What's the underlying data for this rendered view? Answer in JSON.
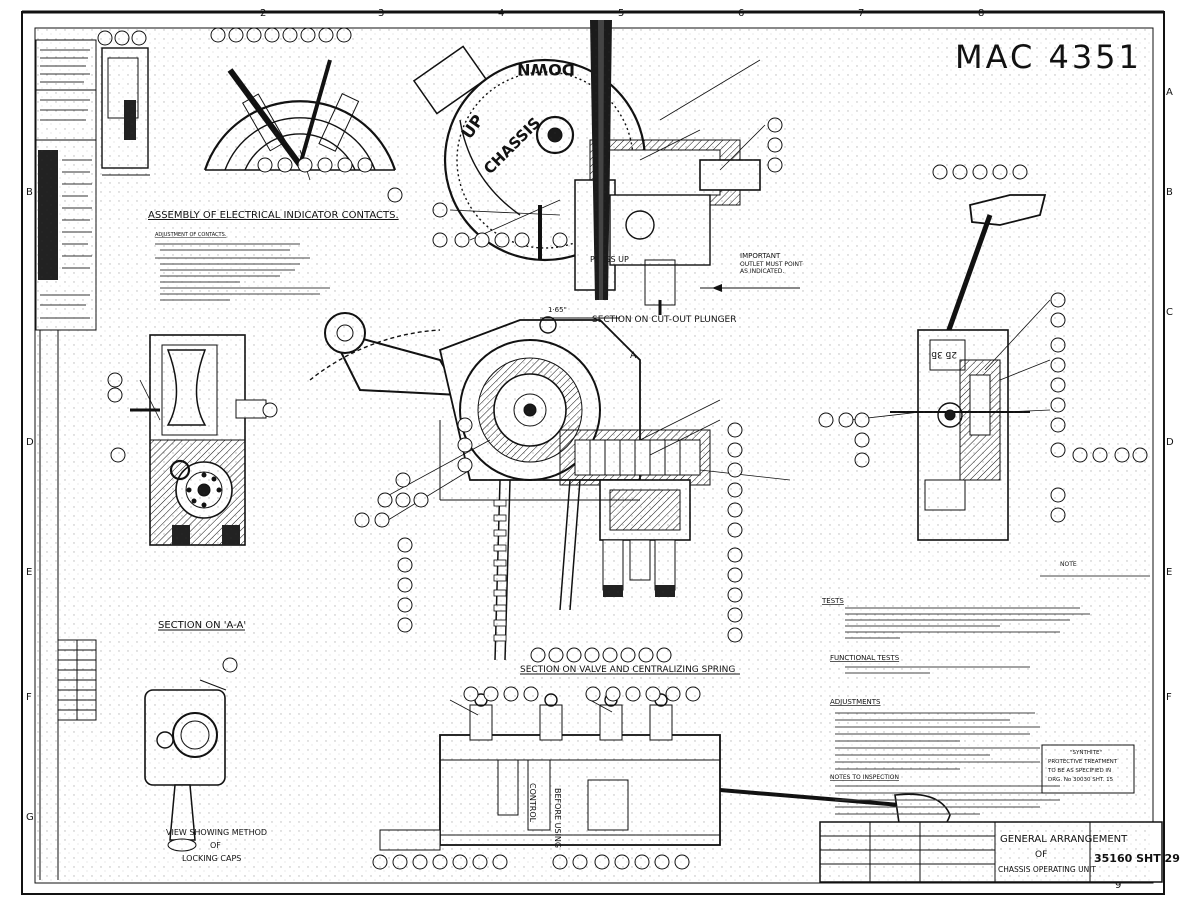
{
  "drawing": {
    "reference": "MAC 4351",
    "grid_columns": [
      "2",
      "3",
      "4",
      "5",
      "6",
      "7",
      "8",
      "9"
    ],
    "grid_rows": [
      "A",
      "B",
      "C",
      "D",
      "E",
      "F",
      "G"
    ]
  },
  "labels": {
    "assembly_title": "ASSEMBLY OF ELECTRICAL INDICATOR CONTACTS.",
    "adjustment_heading": "ADJUSTMENT OF CONTACTS.",
    "section_aa": "SECTION ON 'A-A'",
    "section_cutout": "SECTION ON CUT-OUT PLUNGER",
    "section_valve": "SECTION ON VALVE AND CENTRALIZING SPRING",
    "view_locking_1": "VIEW SHOWING METHOD",
    "view_locking_2": "OF",
    "view_locking_3": "LOCKING CAPS",
    "chassis_up": "CHASSIS",
    "up": "UP",
    "down": "DOWN",
    "press_up": "PRESS UP",
    "dim_165": "1·65\"",
    "important_1": "IMPORTANT",
    "important_2": "OUTLET MUST POINT",
    "important_3": "AS INDICATED.",
    "note_heading": "NOTE",
    "tests_heading": "TESTS",
    "functional_tests": "FUNCTIONAL TESTS",
    "adjustments": "ADJUSTMENTS",
    "notes_inspection": "NOTES TO INSPECTION",
    "protective_1": "\"SYNTHITE\"",
    "protective_2": "PROTECTIVE TREATMENT",
    "protective_3": "TO BE AS SPECIFIED IN",
    "protective_4": "DRG. No 30030 SHT. 15",
    "title_1": "GENERAL ARRANGEMENT",
    "title_2": "OF",
    "title_3": "CHASSIS OPERATING UNIT",
    "drawing_no": "35160 SHT 29",
    "section_mark": "A"
  },
  "colors": {
    "ink": "#111111",
    "paper": "#ffffff"
  }
}
